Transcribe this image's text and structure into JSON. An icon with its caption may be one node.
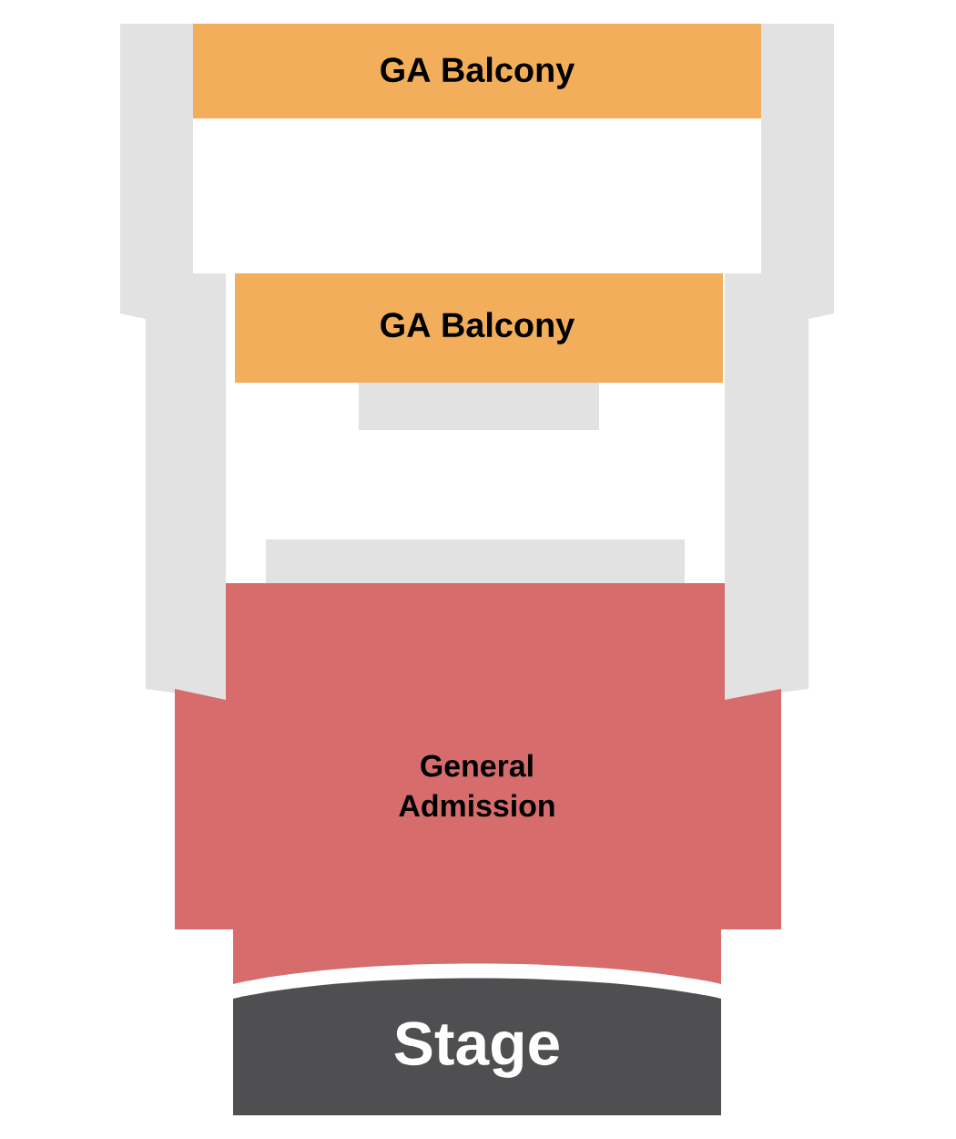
{
  "diagram": {
    "nodes": [
      {
        "text": [],
        "shape": "box"
      },
      {
        "text": [
          "GA Balcony"
        ]
      },
      {
        "text": [],
        "shape": "box"
      },
      {
        "text": [
          "GA Balcony"
        ]
      },
      {
        "text": [],
        "shape": "box"
      },
      {
        "text": [],
        "shape": "box"
      },
      {
        "text": [
          "General Admission"
        ]
      },
      {
        "text": [
          "Stage"
        ]
      }
    ]
  }
}
